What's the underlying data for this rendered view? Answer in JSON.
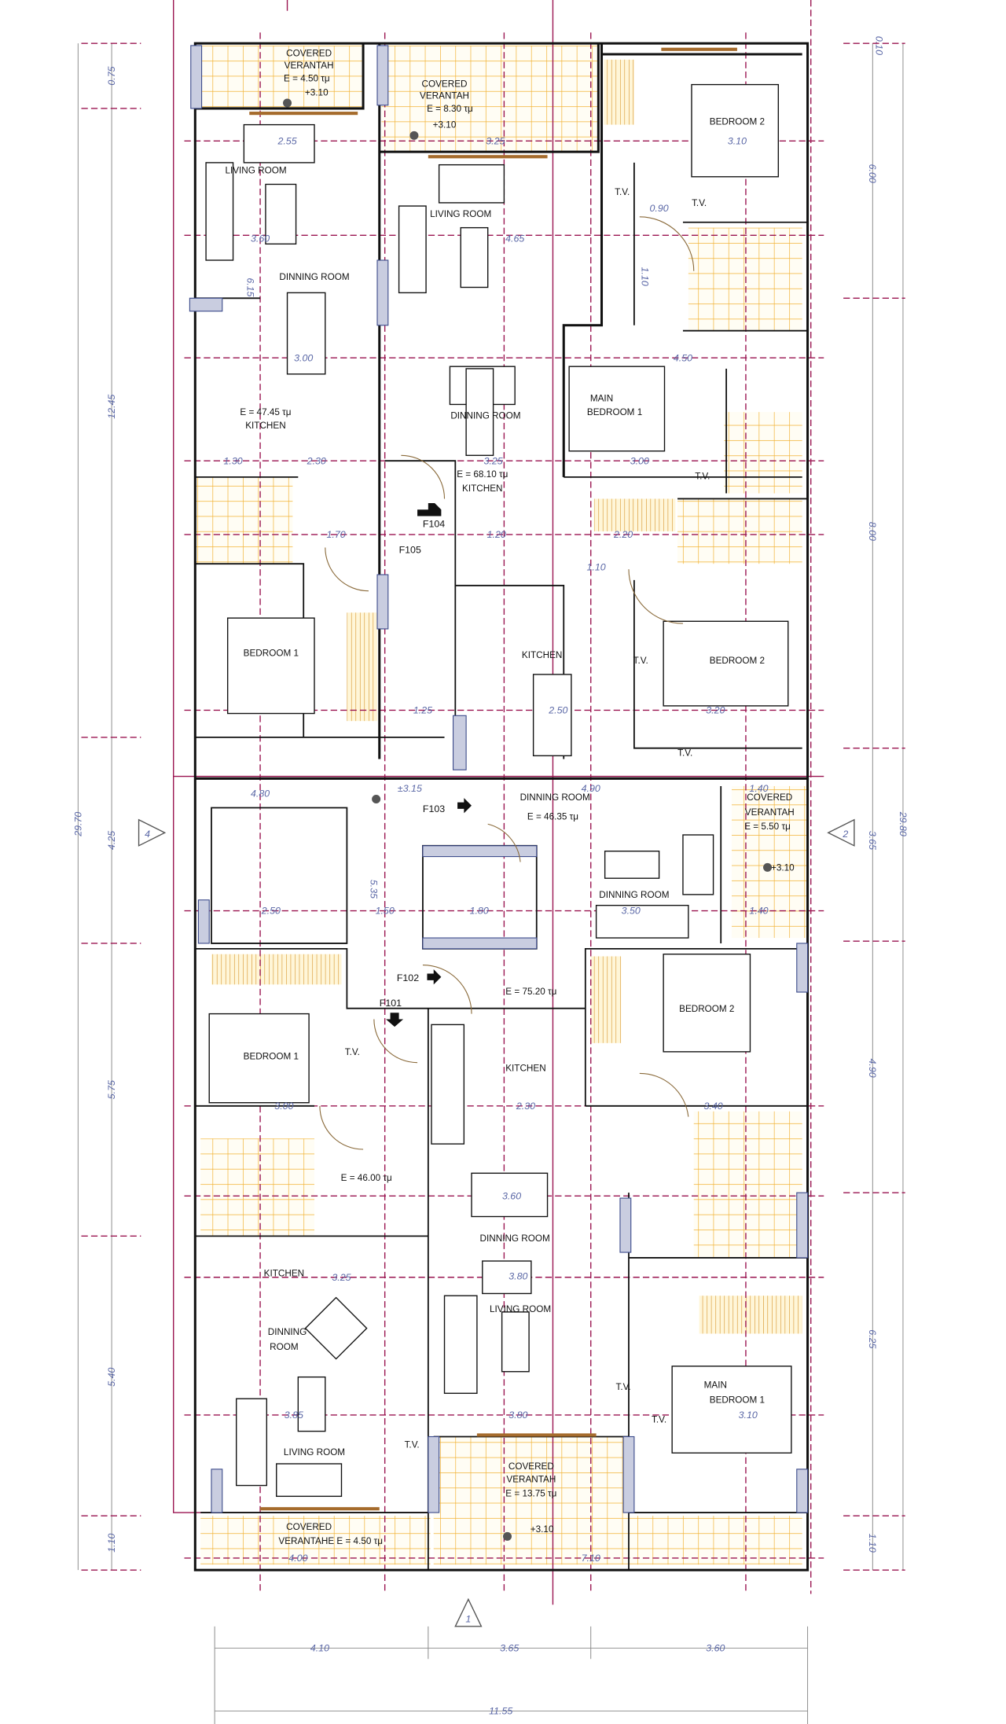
{
  "title": "Floor plan – typical floor",
  "colors": {
    "wall": "#111111",
    "grid": "#9a1450",
    "dimension": "#5a67a6",
    "tile": "#f2b233",
    "column": "#c9cde0"
  },
  "tv_label": "T.V.",
  "labels": [
    "COVERED",
    "VERANTAH",
    "E = 4.50 τμ",
    "+3.10",
    "COVERED",
    "VERANTAH",
    "E = 8.30 τμ",
    "+3.10",
    "LIVING ROOM",
    "LIVING ROOM",
    "DINNING ROOM",
    "DINNING ROOM",
    "E = 47.45 τμ",
    "KITCHEN",
    "E = 68.10 τμ",
    "KITCHEN",
    "BEDROOM 2",
    "MAIN",
    "BEDROOM 1",
    "BEDROOM 1",
    "KITCHEN",
    "BEDROOM 2",
    "DINNING ROOM",
    "E = 46.35 τμ",
    "COVERED",
    "VERANTAH",
    "E = 5.50 τμ",
    "+3.10",
    "DINNING ROOM",
    "BEDROOM 2",
    "E = 75.20 τμ",
    "KITCHEN",
    "BEDROOM 1",
    "E = 46.00 τμ",
    "DINNING ROOM",
    "KITCHEN",
    "LIVING ROOM",
    "DINNING",
    "ROOM",
    "MAIN",
    "BEDROOM 1",
    "LIVING ROOM",
    "COVERED",
    "VERANTAH",
    "E = 13.75 τμ",
    "+3.10",
    "COVERED",
    "VERANTAHE E = 4.50 τμ"
  ],
  "doors": [
    "F104",
    "F105",
    "F103",
    "F102",
    "F101"
  ],
  "section_markers": [
    "4",
    "2",
    "1"
  ],
  "dimensions": {
    "left_chain": [
      "0.75",
      "12.45",
      "4.25",
      "5.75",
      "5.40",
      "1.10"
    ],
    "left_total": "29.70",
    "right_chain": [
      "0.10",
      "6.00",
      "8.00",
      "3.65",
      "4.90",
      "6.25",
      "1.10"
    ],
    "right_total": "29.80",
    "bottom_chain": [
      "4.10",
      "3.65",
      "3.60"
    ],
    "bottom_total": "11.55",
    "interior": [
      "3.10",
      "2.55",
      "3.25",
      "3.60",
      "4.65",
      "3.00",
      "4.50",
      "1.30",
      "2.30",
      "3.25",
      "3.00",
      "1.70",
      "1.20",
      "2.20",
      "1.10",
      "1.25",
      "2.50",
      "3.20",
      "4.80",
      "4.90",
      "1.40",
      "2.50",
      "1.50",
      "1.80",
      "3.50",
      "1.40",
      "3.00",
      "2.30",
      "3.40",
      "3.60",
      "3.25",
      "3.80",
      "3.85",
      "3.80",
      "3.10",
      "4.00",
      "7.10",
      "±3.15",
      "0.90",
      "1.10",
      "6.15",
      "5.35"
    ]
  }
}
